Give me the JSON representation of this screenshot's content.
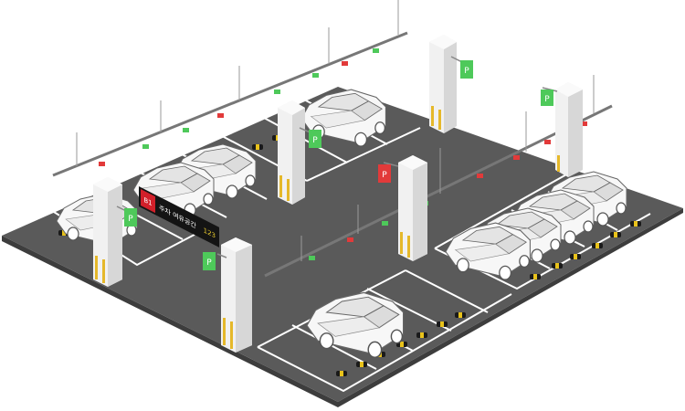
{
  "floor_sign": {
    "level": "B1",
    "text": "주차 여유공간",
    "count": "123"
  },
  "bay_signs": {
    "available_label": "P",
    "occupied_label": "P"
  },
  "colors": {
    "floor": "#5a5a5a",
    "floor_edge": "#3f3f3f",
    "line": "#ffffff",
    "pillar": "#f1f1f1",
    "pillar_shade": "#d7d7d7",
    "pillar_stripe": "#e5b82a",
    "sign_green": "#4ec95a",
    "sign_red": "#e23a3a",
    "board_dark": "#141414",
    "board_red": "#d2202a",
    "car_body": "#f7f7f7",
    "car_line": "#666666",
    "stopper_yellow": "#e8c21b",
    "stopper_black": "#1a1a1a"
  }
}
